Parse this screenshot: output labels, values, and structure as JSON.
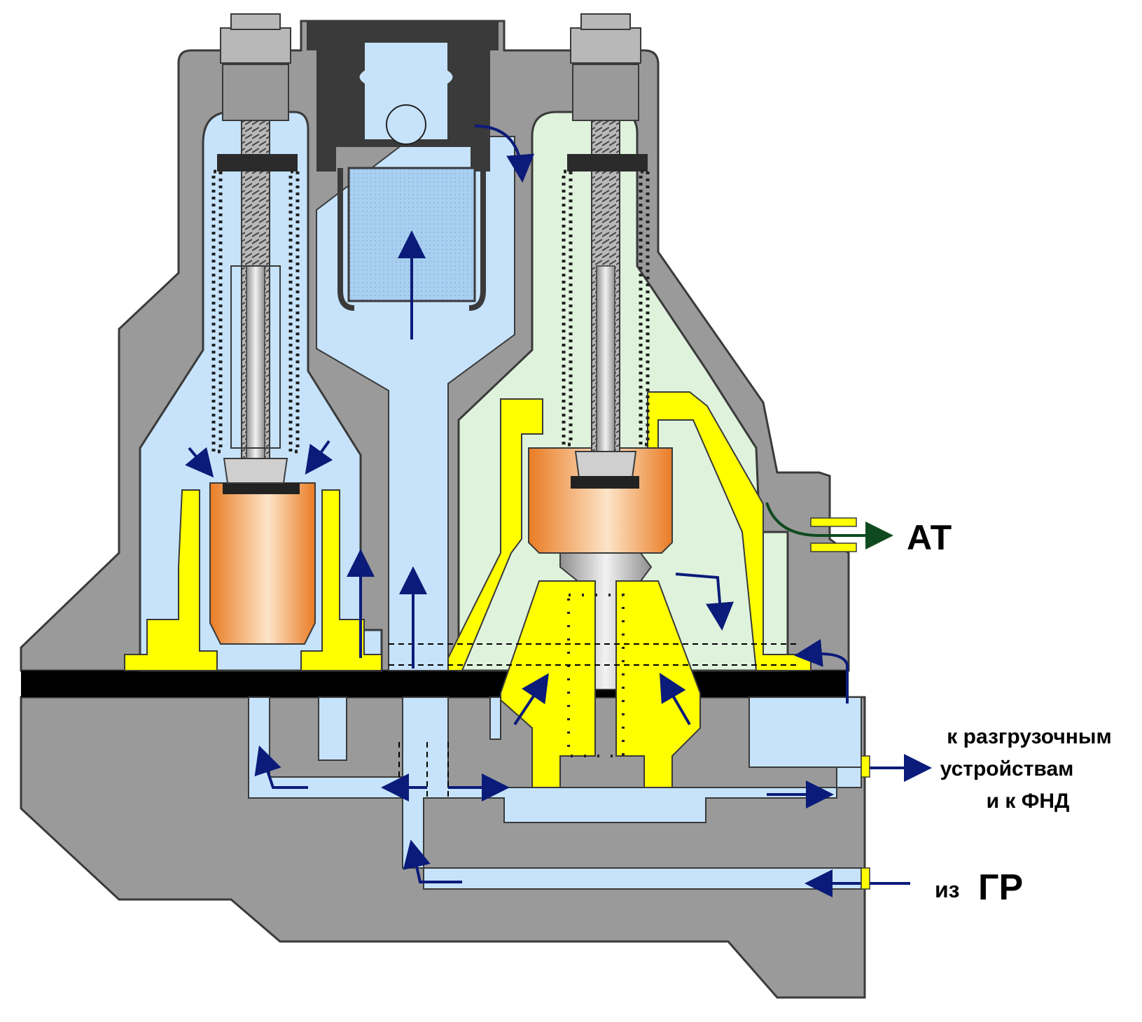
{
  "labels": {
    "at": "АТ",
    "unloading_line1": "к разгрузочным",
    "unloading_line2": "устройствам",
    "unloading_line3": "и к ФНД",
    "from_prefix": "из",
    "from_gr": "ГР"
  },
  "colors": {
    "body": "#9a9a9a",
    "body_outline": "#3a3a3a",
    "air": "#c6e3fb",
    "air_out": "#dff3dc",
    "seat": "#ffff00",
    "piston": "#f6a14c",
    "gasket": "#000000",
    "cap": "#3a3a3a",
    "filter": "#a9cff0",
    "spring": "#222222",
    "flow_arrow": "#0b1b7a",
    "at_arrow": "#0f4a1e"
  },
  "icons": {
    "flow": "flow-arrow-icon",
    "spring": "coil-spring-icon",
    "screw": "adjusting-screw-icon"
  }
}
